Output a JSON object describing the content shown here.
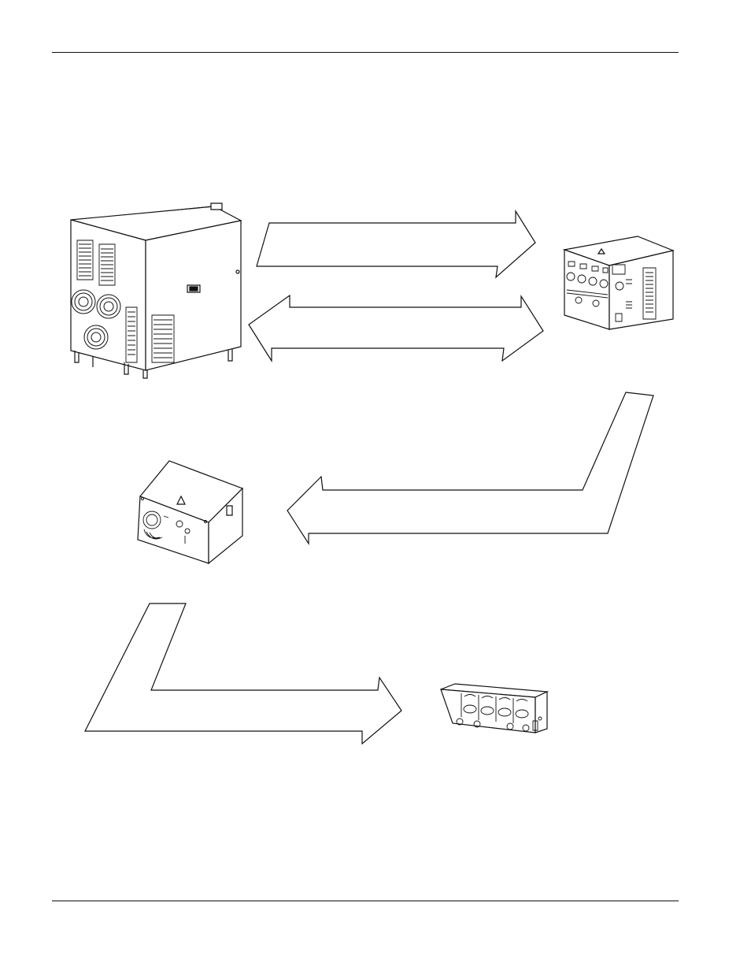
{
  "page": {
    "header_rule": true,
    "footer_rule": true
  },
  "diagram": {
    "components": [
      {
        "id": "power-supply",
        "icon": "power-supply-cabinet-icon"
      },
      {
        "id": "gas-console",
        "icon": "gas-console-icon"
      },
      {
        "id": "ignition-console",
        "icon": "ignition-console-icon"
      },
      {
        "id": "valve-manifold",
        "icon": "valve-manifold-icon"
      }
    ],
    "connections": [
      {
        "from": "power-supply",
        "to": "gas-console",
        "direction": "right"
      },
      {
        "from": "gas-console",
        "to": "power-supply",
        "direction": "left"
      },
      {
        "from": "gas-console",
        "to": "ignition-console",
        "direction": "left"
      },
      {
        "from": "ignition-console",
        "to": "valve-manifold",
        "direction": "right"
      }
    ],
    "colors": {
      "line": "#111111",
      "fill": "#ffffff"
    }
  }
}
